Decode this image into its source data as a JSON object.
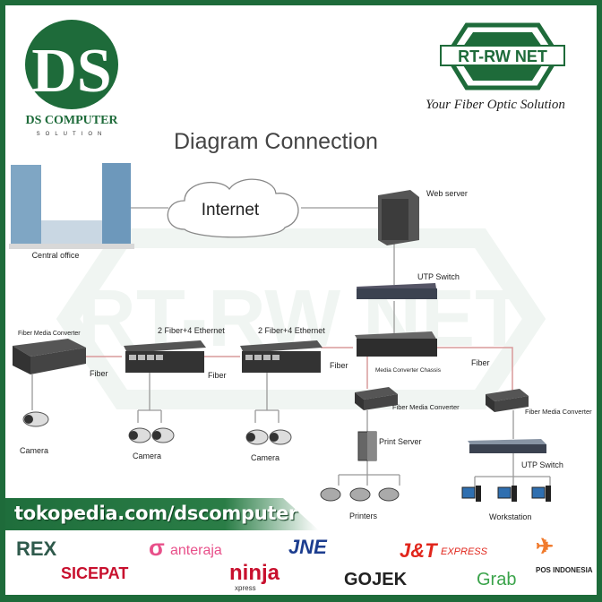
{
  "brand": {
    "left_logo_text": "DS",
    "company_name": "DS COMPUTER",
    "company_sub": "SOLUTION",
    "right_logo_text": "RT-RW NET",
    "tagline": "Your Fiber Optic Solution",
    "watermark": "RT-RW NET",
    "colors": {
      "brand_green": "#1e6b3a",
      "fiber_line": "#d99a9a"
    }
  },
  "diagram": {
    "title": "Diagram Connection",
    "nodes": {
      "central_office": "Central office",
      "internet": "Internet",
      "web_server": "Web server",
      "utp_switch_top": "UTP Switch",
      "converter_left": "Fiber Media Converter",
      "ethernet_1": "2 Fiber+4 Ethernet",
      "ethernet_2": "2 Fiber+4 Ethernet",
      "chassis": "Media Converter Chassis",
      "converter_mid": "Fiber Media Converter",
      "converter_right": "Fiber Media Converter",
      "print_server": "Print Server",
      "utp_switch_bottom": "UTP Switch",
      "camera_1": "Camera",
      "camera_2": "Camera",
      "camera_3": "Camera",
      "printers": "Printers",
      "workstation": "Workstation"
    },
    "links": {
      "fiber_1": "Fiber",
      "fiber_2": "Fiber",
      "fiber_3": "Fiber",
      "fiber_4": "Fiber"
    }
  },
  "footer": {
    "store_url": "tokopedia.com/dscomputer",
    "couriers": [
      "REX",
      "anteraja",
      "JNE",
      "J&T",
      "EXPRESS",
      "POS INDONESIA",
      "SICEPAT",
      "ninja",
      "xpress",
      "GOJEK",
      "Grab"
    ]
  }
}
